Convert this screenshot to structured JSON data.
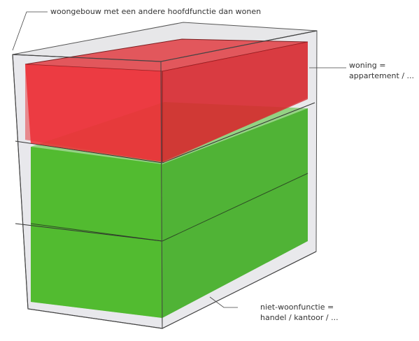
{
  "labels": {
    "building": "woongebouw met een andere hoofdfunctie dan wonen",
    "dwelling_line1": "woning =",
    "dwelling_line2": "appartement / ...",
    "nonresidential_line1": "niet-woonfunctie =",
    "nonresidential_line2": "handel / kantoor / ..."
  },
  "colors": {
    "shell": "#d8d8de",
    "shell_edge": "#555555",
    "dwelling": "#e8242b",
    "nonresidential": "#3cb31f",
    "leader": "#444444"
  }
}
